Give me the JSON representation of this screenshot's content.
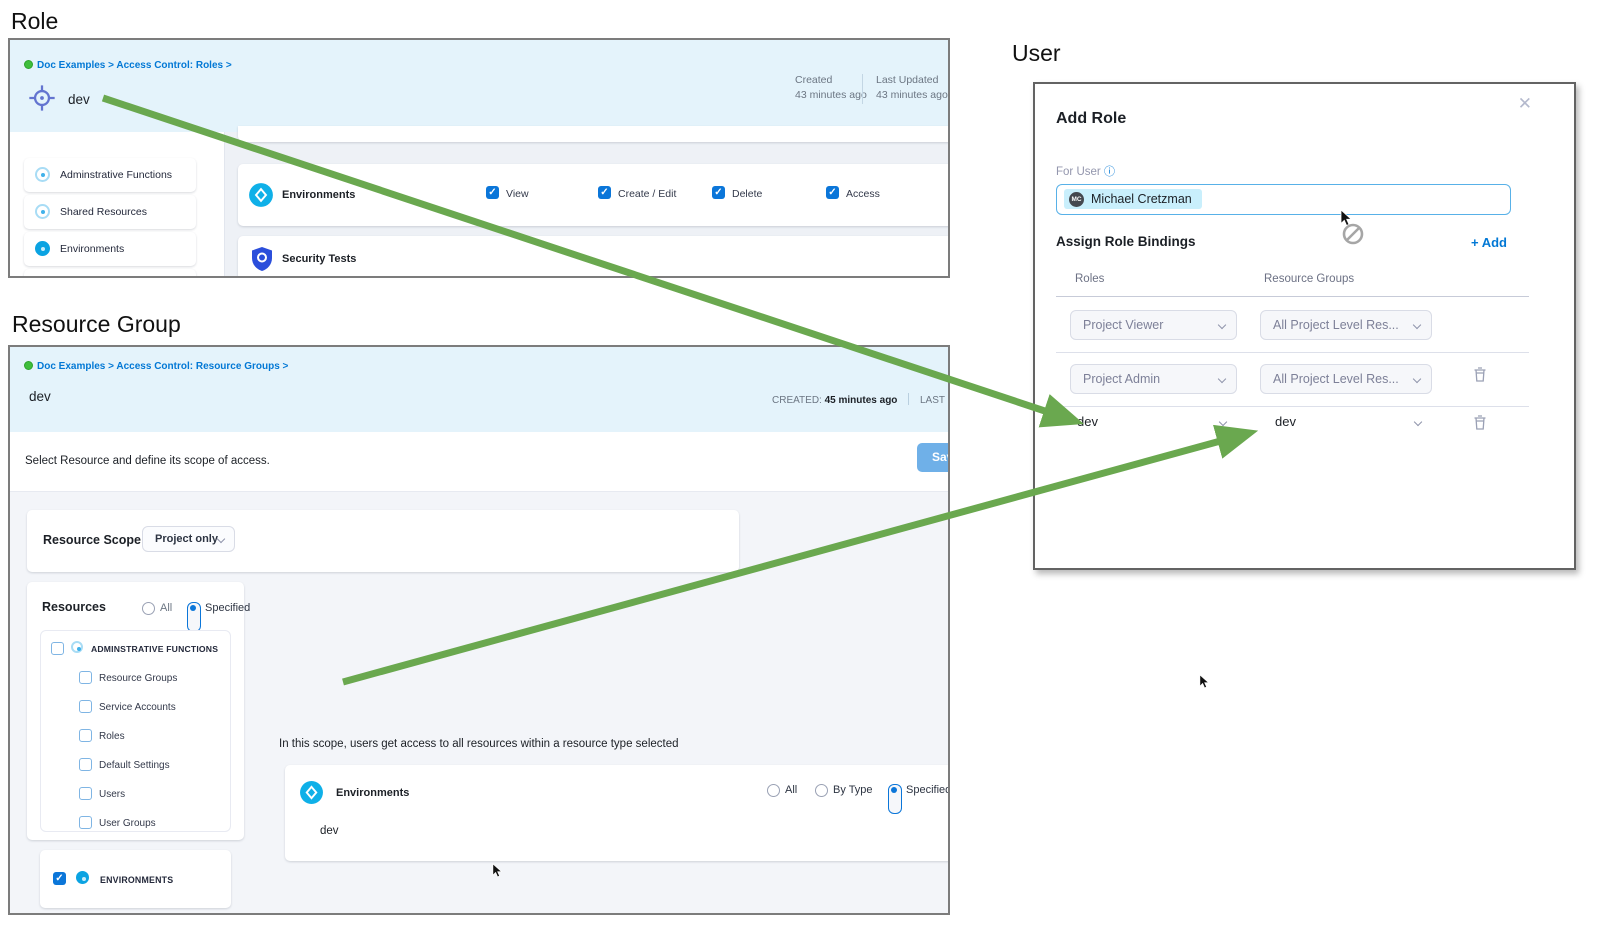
{
  "role_panel": {
    "section_title": "Role",
    "breadcrumb": "Doc Examples > Access Control: Roles >",
    "title": "dev",
    "created_label": "Created",
    "created_value": "43 minutes ago",
    "updated_label": "Last Updated",
    "updated_value": "43 minutes ago",
    "sidebar": [
      {
        "label": "Adminstrative Functions"
      },
      {
        "label": "Shared Resources"
      },
      {
        "label": "Environments"
      }
    ],
    "permissions": {
      "resource": "Environments",
      "checkboxes": [
        "View",
        "Create / Edit",
        "Delete",
        "Access"
      ],
      "next_resource": "Security Tests"
    }
  },
  "resource_group_panel": {
    "section_title": "Resource Group",
    "breadcrumb": "Doc Examples > Access Control: Resource Groups >",
    "title": "dev",
    "created_label": "CREATED:",
    "created_value": "45 minutes ago",
    "updated_label": "LAST UPD",
    "description": "Select Resource and define its scope of access.",
    "save_label": "Sav",
    "resource_scope_label": "Resource Scope",
    "resource_scope_value": "Project only",
    "resources_label": "Resources",
    "resources_options": [
      "All",
      "Specified"
    ],
    "resources_selected": "Specified",
    "tree": {
      "group_label": "ADMINSTRATIVE FUNCTIONS",
      "items": [
        "Resource Groups",
        "Service Accounts",
        "Roles",
        "Default Settings",
        "Users",
        "User Groups"
      ],
      "environments_label": "ENVIRONMENTS"
    },
    "scope_hint": "In this scope, users get access to all resources within a resource type selected",
    "scope_resource": "Environments",
    "scope_options": [
      "All",
      "By Type",
      "Specified"
    ],
    "scope_selected": "Specified",
    "scope_selected_item": "dev"
  },
  "user_modal": {
    "section_title": "User",
    "title": "Add Role",
    "for_user_label": "For User",
    "user_chip": {
      "initials": "MC",
      "name": "Michael Cretzman"
    },
    "bindings_label": "Assign Role Bindings",
    "add_label": "+ Add",
    "columns": [
      "Roles",
      "Resource Groups"
    ],
    "rows": [
      {
        "role": "Project Viewer",
        "resource_group": "All Project Level Res..."
      },
      {
        "role": "Project Admin",
        "resource_group": "All Project Level Res..."
      },
      {
        "role": "dev",
        "resource_group": "dev"
      }
    ]
  },
  "colors": {
    "accent_blue": "#0278d5",
    "checkbox_blue": "#0b76d9",
    "header_blue": "#e4f3fb",
    "arrow_green": "#6aa84f",
    "save_button": "#6fb0e8"
  }
}
